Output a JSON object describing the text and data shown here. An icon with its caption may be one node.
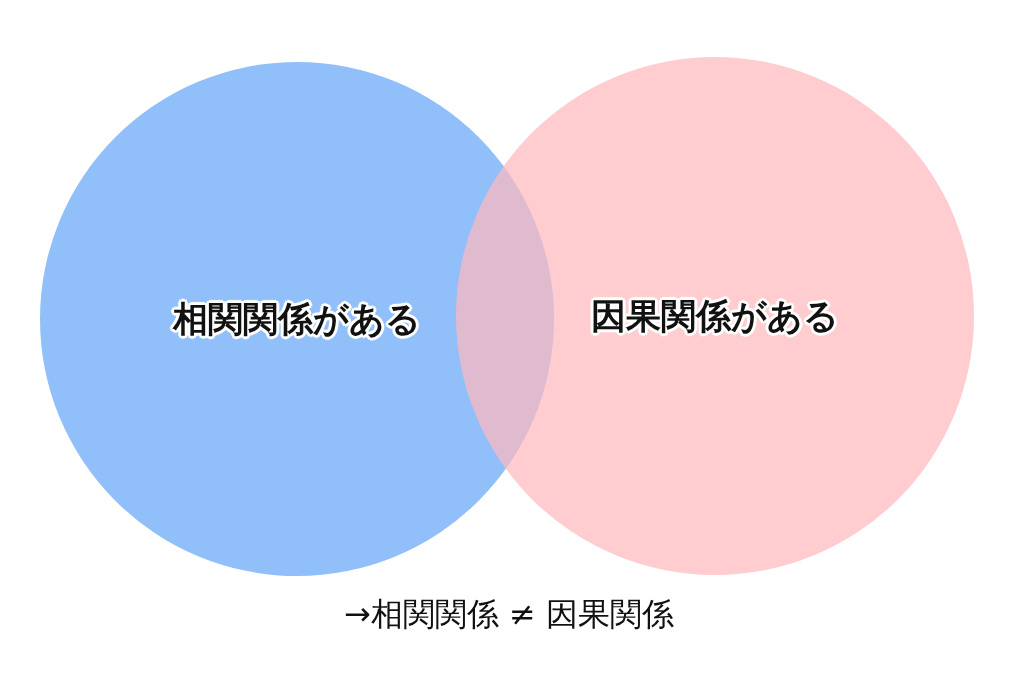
{
  "diagram": {
    "nodes": [
      {
        "text": [
          "相関関係がある"
        ]
      },
      {
        "text": [
          "因果関係がある"
        ]
      }
    ],
    "labels": [
      "→相関関係 ≠ 因果関係"
    ]
  }
}
